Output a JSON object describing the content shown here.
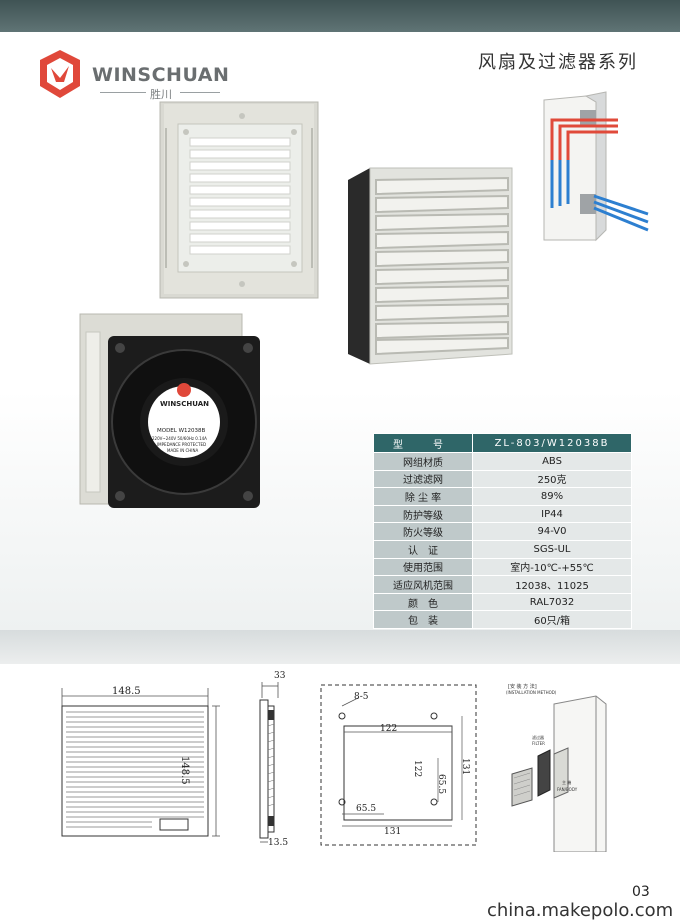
{
  "brand": {
    "name": "WINSCHUAN",
    "sub": "胜川"
  },
  "series_title": "风扇及过滤器系列",
  "spec_table": {
    "header": {
      "label": "型　号",
      "value": "ZL-803/W12038B"
    },
    "rows": [
      {
        "label": "网组材质",
        "value": "ABS"
      },
      {
        "label": "过滤滤网",
        "value": "250克"
      },
      {
        "label": "除 尘 率",
        "value": "89%"
      },
      {
        "label": "防护等级",
        "value": "IP44"
      },
      {
        "label": "防火等级",
        "value": "94-V0"
      },
      {
        "label": "认　证",
        "value": "SGS-UL"
      },
      {
        "label": "使用范围",
        "value": "室内-10℃-+55℃"
      },
      {
        "label": "适应风机范围",
        "value": "12038、11025"
      },
      {
        "label": "颜　色",
        "value": "RAL7032"
      },
      {
        "label": "包　装",
        "value": "60只/箱"
      }
    ]
  },
  "fan_label": {
    "brand": "WINSCHUAN",
    "model": "MODEL W12038B",
    "voltage": "220V~240V 50/60Hz 0.14A",
    "protect": "IMPEDANCE PROTECTED",
    "origin": "MADE IN CHINA"
  },
  "drawing_front": {
    "width": "148.5",
    "height": "148.5"
  },
  "drawing_side": {
    "depth": "33",
    "flange": "13.5"
  },
  "drawing_cutout": {
    "hole": "8-5",
    "inner_w": "122",
    "inner_h": "122",
    "half_h": "65.5",
    "outer_h": "131",
    "half_w": "65.5",
    "outer_w": "131"
  },
  "drawing_install": {
    "title": "[安 装 方 法]",
    "title_en": "(INSTALLATION METHOD)",
    "filter_cn": "滤过器",
    "filter_en": "FILTER",
    "fan_cn": "主 機",
    "fan_en": "FAN/BODY"
  },
  "page_number": "03",
  "watermark": "china.makepolo.com",
  "colors": {
    "header_bg": "#2f6668",
    "label_bg": "#bfc9ca",
    "value_bg": "#e4e8e8",
    "logo_red": "#e0483a"
  }
}
